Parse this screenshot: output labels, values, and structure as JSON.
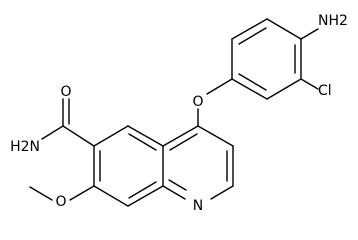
{
  "molecule": {
    "labels": {
      "amine": "NH2",
      "amide_n": "H2N",
      "chloro": "Cl",
      "ether_o": "O",
      "carbonyl_o": "O",
      "methoxy_o": "O",
      "ring_n": "N"
    }
  },
  "colors": {
    "ink": "#000000",
    "background": "#ffffff"
  }
}
